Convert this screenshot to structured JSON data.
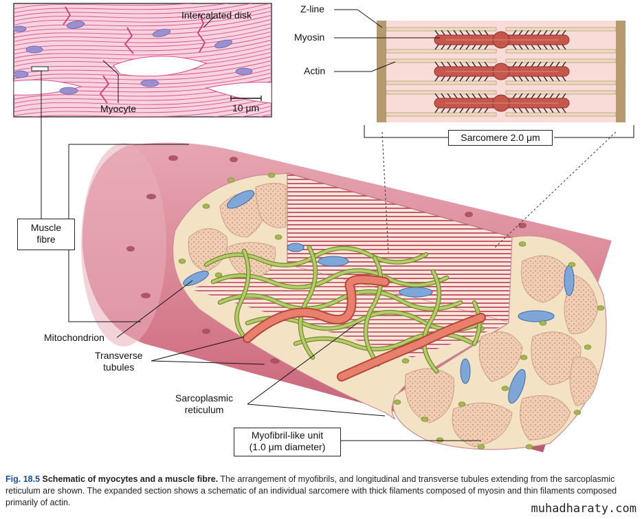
{
  "labels": {
    "intercalated_disk": "Intercalated disk",
    "myocyte": "Myocyte",
    "scale": "10 μm",
    "z_line": "Z-line",
    "myosin": "Myosin",
    "actin": "Actin",
    "sarcomere": "Sarcomere 2.0 μm",
    "muscle_fibre_line1": "Muscle",
    "muscle_fibre_line2": "fibre",
    "mitochondrion": "Mitochondrion",
    "transverse_tubules_line1": "Transverse",
    "transverse_tubules_line2": "tubules",
    "sarcoplasmic_reticulum_line1": "Sarcoplasmic",
    "sarcoplasmic_reticulum_line2": "reticulum",
    "myofibril_line1": "Myofibril-like unit",
    "myofibril_line2": "(1.0 μm diameter)"
  },
  "caption": {
    "fig_number": "Fig. 18.5",
    "title": "Schematic of myocytes and a muscle fibre.",
    "text": "The arrangement of myofibrils, and longitudinal and transverse tubules extending from the sarcoplasmic reticulum are shown. The expanded section shows a schematic of an individual sarcomere with thick filaments composed of myosin and thin filaments composed primarily of actin."
  },
  "watermark": "muhadharaty.com",
  "colors": {
    "tissue_pink": "#f2c9d6",
    "fibre_line": "#d6508a",
    "nucleus": "#9a8fcf",
    "sarcomere_bg": "#f9dcd8",
    "myosin": "#c6574d",
    "actin": "#ecd9be",
    "zline": "#b49a6e",
    "cylinder": "#d98595",
    "myofibril": "#f1cdb4",
    "t_tubule": "#e0735f",
    "sr": "#a8c060",
    "mito": "#6f9bd0",
    "caption_blue": "#1a4f9c"
  }
}
